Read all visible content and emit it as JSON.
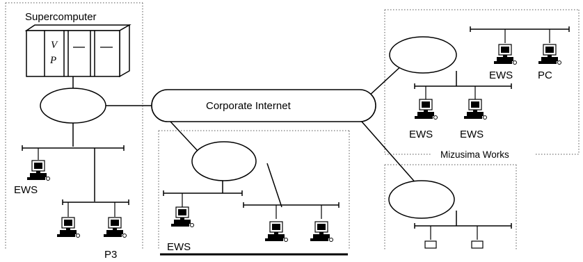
{
  "labels": {
    "supercomputer": "Supercomputer",
    "vp_v": "V",
    "vp_p": "P",
    "corporate_internet": "Corporate Internet",
    "mizusima_works": "Mizusima Works",
    "ews_right_top": "EWS",
    "pc_right_top": "PC",
    "ews_right_low1": "EWS",
    "ews_right_low2": "EWS",
    "ews_left": "EWS",
    "ews_left_bottom_partial": "P3",
    "ews_center": "EWS"
  }
}
